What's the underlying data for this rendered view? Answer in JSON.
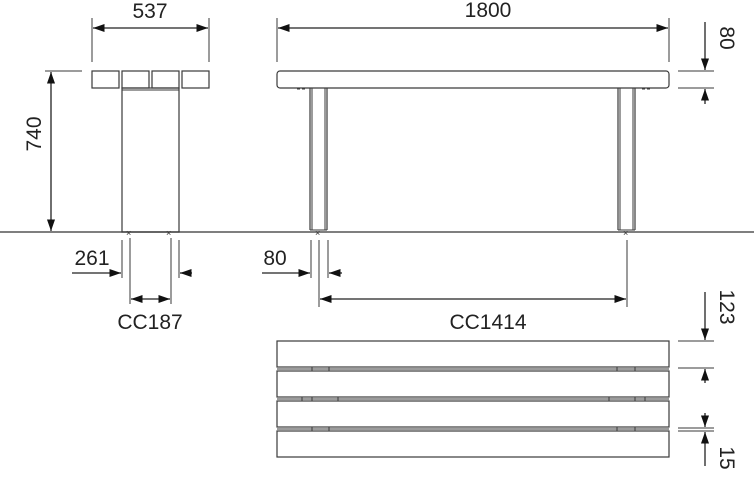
{
  "drawing": {
    "title": "Bench dimension drawing",
    "units": "mm",
    "views": [
      "side-view",
      "front-view",
      "top-view"
    ]
  },
  "dimensions": {
    "side_width": "537",
    "side_height": "740",
    "side_leg_offset": "261",
    "side_leg_cc": "CC187",
    "front_length": "1800",
    "front_seat_thickness": "80",
    "front_leg_width": "80",
    "front_leg_cc": "CC1414",
    "top_slat_width": "123",
    "top_slat_gap": "15"
  },
  "colors": {
    "line": "#3a3a3a",
    "dimension": "#222222",
    "background": "#ffffff"
  }
}
